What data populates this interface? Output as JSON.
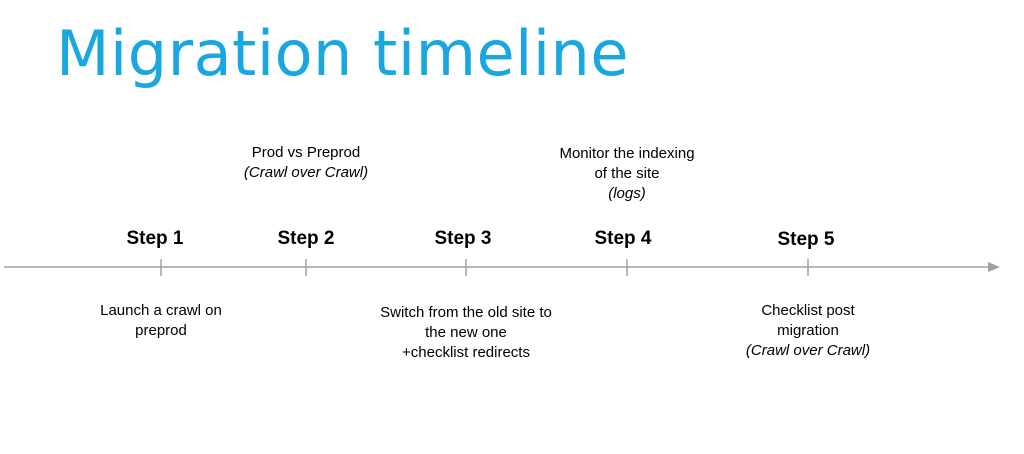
{
  "title": "Migration timeline",
  "colors": {
    "title": "#1aa7e0",
    "axis": "#a0a0a0"
  },
  "steps": [
    {
      "label": "Step 1",
      "below": {
        "lines": [
          "Launch a crawl on",
          "preprod"
        ],
        "italic": ""
      }
    },
    {
      "label": "Step 2",
      "above": {
        "lines": [
          "Prod vs Preprod"
        ],
        "italic": "(Crawl over Crawl)"
      }
    },
    {
      "label": "Step 3",
      "below": {
        "lines": [
          "Switch from the old site to",
          "the new one",
          "+checklist redirects"
        ],
        "italic": ""
      }
    },
    {
      "label": "Step 4",
      "above": {
        "lines": [
          "Monitor the indexing",
          "of the site"
        ],
        "italic": "(logs)"
      }
    },
    {
      "label": "Step 5",
      "below": {
        "lines": [
          "Checklist post",
          "migration"
        ],
        "italic": "(Crawl over Crawl)"
      }
    }
  ]
}
